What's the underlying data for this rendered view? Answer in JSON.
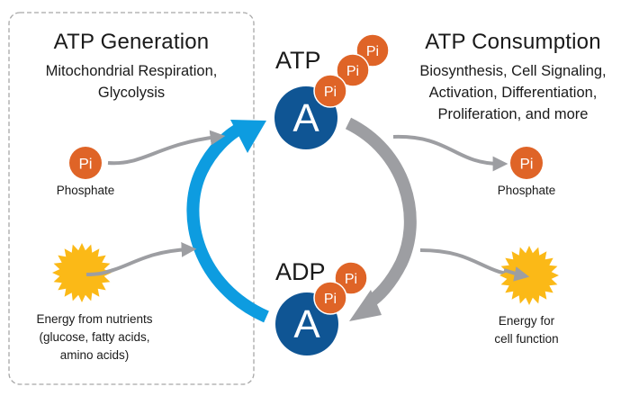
{
  "colors": {
    "atp_blue": "#0f5594",
    "phosphate_orange": "#df6427",
    "energy_yellow": "#fbb917",
    "cycle_blue": "#0d9ce0",
    "arrow_gray": "#9d9ea2",
    "box_border": "#a8a8a8"
  },
  "generation": {
    "title": "ATP Generation",
    "subtitle_lines": [
      "Mitochondrial Respiration,",
      "Glycolysis"
    ],
    "phosphate": {
      "icon_text": "Pi",
      "label": "Phosphate"
    },
    "energy": {
      "label_lines": [
        "Energy from nutrients",
        "(glucose, fatty acids,",
        "amino acids)"
      ]
    }
  },
  "consumption": {
    "title": "ATP Consumption",
    "subtitle_lines": [
      "Biosynthesis, Cell Signaling,",
      "Activation, Differentiation,",
      "Proliferation, and more"
    ],
    "phosphate": {
      "icon_text": "Pi",
      "label": "Phosphate"
    },
    "energy": {
      "label_lines": [
        "Energy for",
        "cell function"
      ]
    }
  },
  "atp": {
    "label": "ATP",
    "adenosine": "A",
    "phosphates": [
      "Pi",
      "Pi",
      "Pi"
    ]
  },
  "adp": {
    "label": "ADP",
    "adenosine": "A",
    "phosphates": [
      "Pi",
      "Pi"
    ]
  }
}
